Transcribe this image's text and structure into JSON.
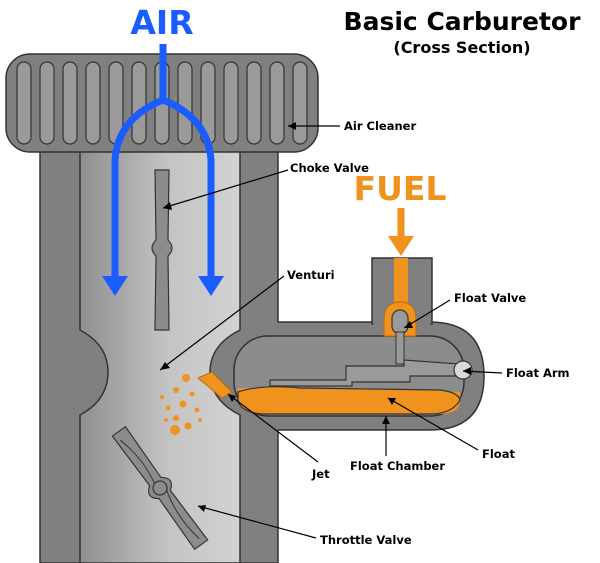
{
  "title": "Basic Carburetor",
  "subtitle": "(Cross Section)",
  "flow_labels": {
    "air": "AIR",
    "fuel": "FUEL"
  },
  "labels": {
    "air_cleaner": "Air Cleaner",
    "choke_valve": "Choke Valve",
    "venturi": "Venturi",
    "float_valve": "Float Valve",
    "float_arm": "Float Arm",
    "float": "Float",
    "float_chamber": "Float Chamber",
    "jet": "Jet",
    "throttle_valve": "Throttle Valve"
  },
  "colors": {
    "air": "#1a5cff",
    "fuel": "#f0931e",
    "body": "#808080",
    "body_light": "#bdbdbd",
    "outline": "#333333"
  }
}
